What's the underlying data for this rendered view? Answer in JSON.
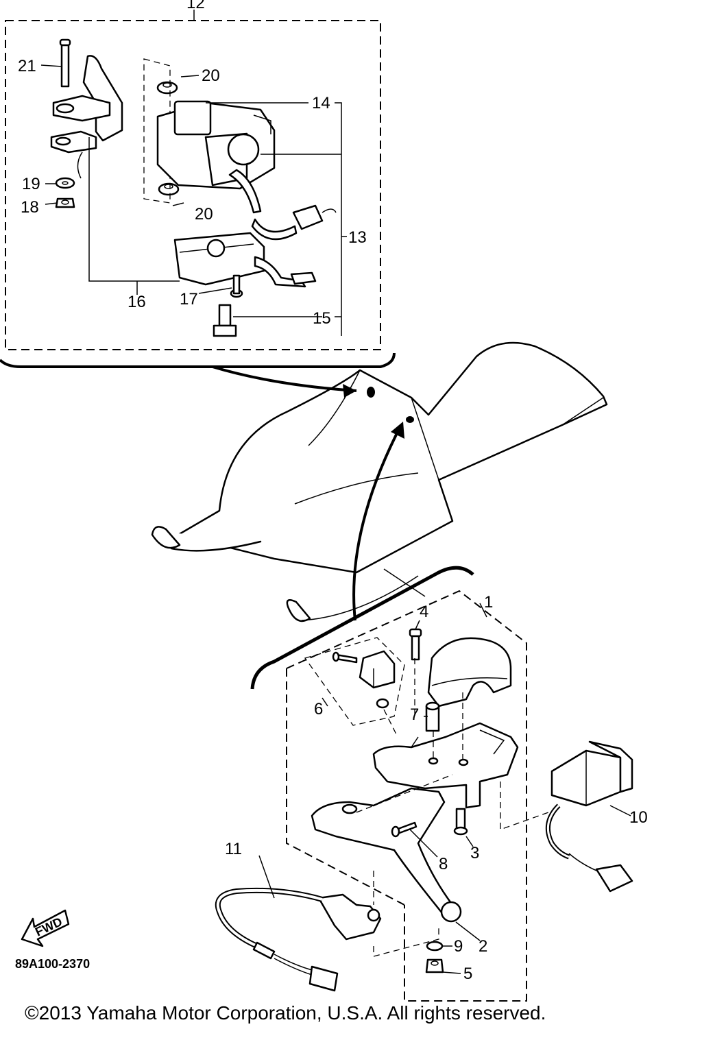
{
  "callouts": {
    "c1": "1",
    "c2": "2",
    "c3": "3",
    "c4": "4",
    "c5": "5",
    "c6": "6",
    "c7": "7",
    "c8": "8",
    "c9": "9",
    "c10": "10",
    "c11": "11",
    "c12": "12",
    "c13": "13",
    "c14": "14",
    "c15": "15",
    "c16": "16",
    "c17": "17",
    "c18": "18",
    "c19": "19",
    "c20a": "20",
    "c20b": "20",
    "c21": "21"
  },
  "fwd_label": "FWD",
  "diagram_ref": "89A100-2370",
  "copyright": "©2013 Yamaha Motor Corporation, U.S.A. All rights reserved."
}
